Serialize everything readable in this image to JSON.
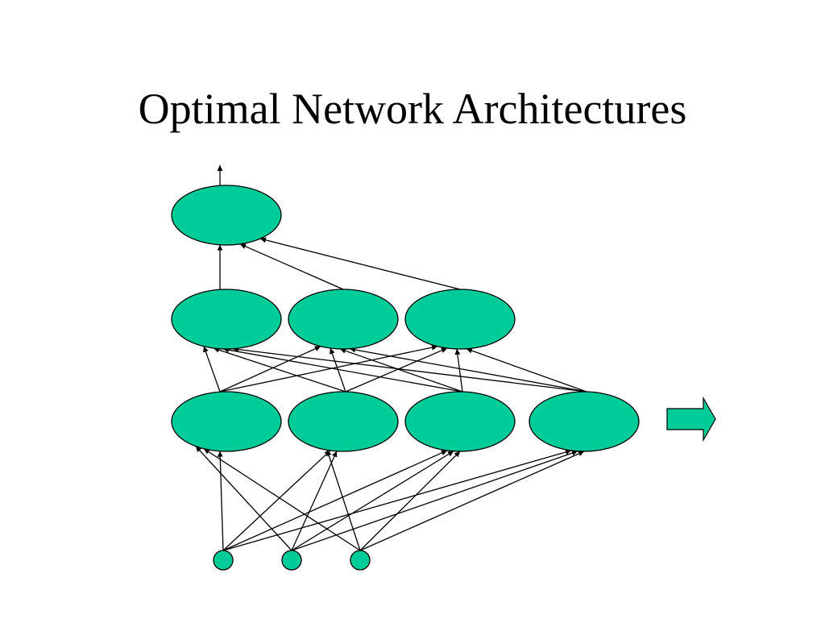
{
  "slide": {
    "title": "Optimal Network Architectures"
  },
  "colors": {
    "node_fill": "#00CC99",
    "stroke": "#000000",
    "background": "#FFFFFF"
  },
  "network": {
    "input_count": 3,
    "layers": [
      {
        "name": "hidden-layer-1",
        "units": 4
      },
      {
        "name": "hidden-layer-2",
        "units": 3
      },
      {
        "name": "output-layer",
        "units": 1
      }
    ],
    "input_to_layer1_connections": "full",
    "layer1_to_layer2_connections": "full",
    "layer2_to_output_connections": "full",
    "output_arrow": true,
    "side_arrow_icon": "right-block-arrow-icon"
  }
}
